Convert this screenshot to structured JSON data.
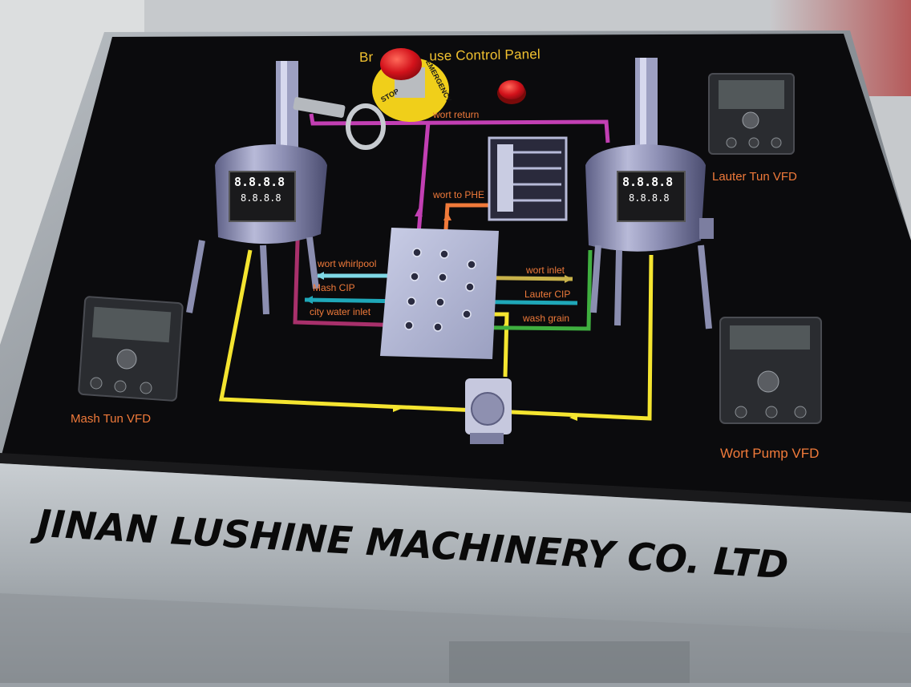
{
  "panel": {
    "title_left": "Br",
    "title_right": "use Control Panel",
    "brand_text": "JINAN LUSHINE MACHINERY CO. LTD",
    "emergency_label": "EMERGENCY",
    "stop_label": "STOP"
  },
  "vfds": {
    "lauter": "Lauter Tun VFD",
    "mash": "Mash Tun VFD",
    "wort_pump": "Wort Pump VFD"
  },
  "pipes": {
    "wort_return": "wort return",
    "wort_to_phe": "wort to PHE",
    "wort_whirlpool": "wort whirlpool",
    "mash_cip": "Mash CIP",
    "city_water_inlet": "city water inlet",
    "wort_inlet": "wort inlet",
    "lauter_cip": "Lauter CIP",
    "wash_grain": "wash grain"
  },
  "temperature_controller": {
    "pv": "8.8.8.8",
    "sv": "8.8.8.8"
  },
  "colors": {
    "panel_bg": "#0b0b0d",
    "yellow_pipe": "#f5e530",
    "magenta_pipe": "#c23fb3",
    "orange_pipe": "#f07a3a",
    "cyan_pipe": "#7fd8e6",
    "teal_pipe": "#1fa7b8",
    "crimson_pipe": "#a8306b",
    "olive_pipe": "#c8b24a",
    "green_pipe": "#3faf3f",
    "label_orange": "#f07a3a",
    "title_yellow": "#f2c230"
  },
  "icons": {
    "estop": "emergency-stop-icon",
    "indicator": "red-indicator-light-icon",
    "key": "key-icon"
  }
}
